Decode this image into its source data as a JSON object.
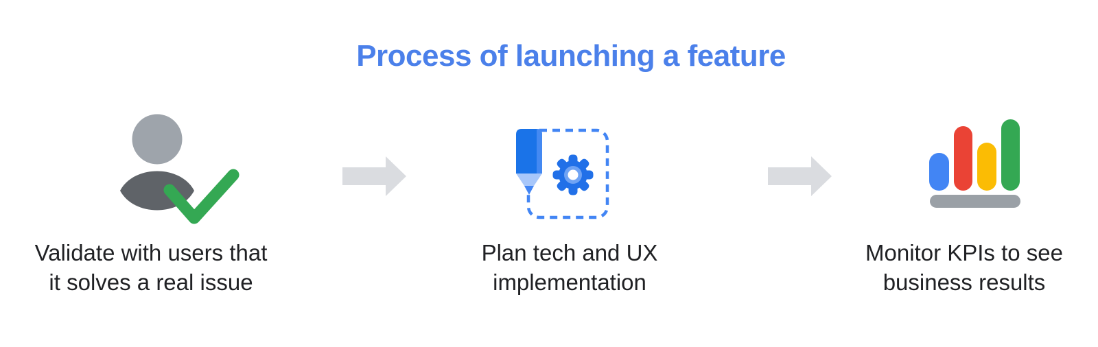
{
  "title": "Process of launching a feature",
  "steps": [
    {
      "icon": "person-check-icon",
      "label": "Validate with users that\nit solves a real issue"
    },
    {
      "icon": "pencil-gear-icon",
      "label": "Plan tech and UX\nimplementation"
    },
    {
      "icon": "bar-chart-icon",
      "label": "Monitor KPIs to see\nbusiness results"
    }
  ],
  "arrows": [
    {
      "direction": "right"
    },
    {
      "direction": "right"
    }
  ],
  "colors": {
    "title_blue": "#4B80EA",
    "label_text": "#202124",
    "arrow_gray": "#DADCE0",
    "person_head_gray": "#9EA4AB",
    "person_body_gray": "#5F6368",
    "check_green": "#34A853",
    "pencil_blue": "#1A73E8",
    "pencil_highlight_blue": "#4489F2",
    "pencil_tip_light_blue": "#A8C7FA",
    "pencil_lead_blue": "#4285F4",
    "dashed_box_blue": "#4285F4",
    "gear_blue": "#2170E8",
    "gear_ring_blue": "#6FA3F4",
    "gear_hole_white": "#FFFFFF",
    "bar_blue": "#4285F4",
    "bar_red": "#EA4335",
    "bar_yellow": "#FBBC04",
    "bar_green": "#34A853",
    "bar_base_gray": "#9AA0A6"
  }
}
